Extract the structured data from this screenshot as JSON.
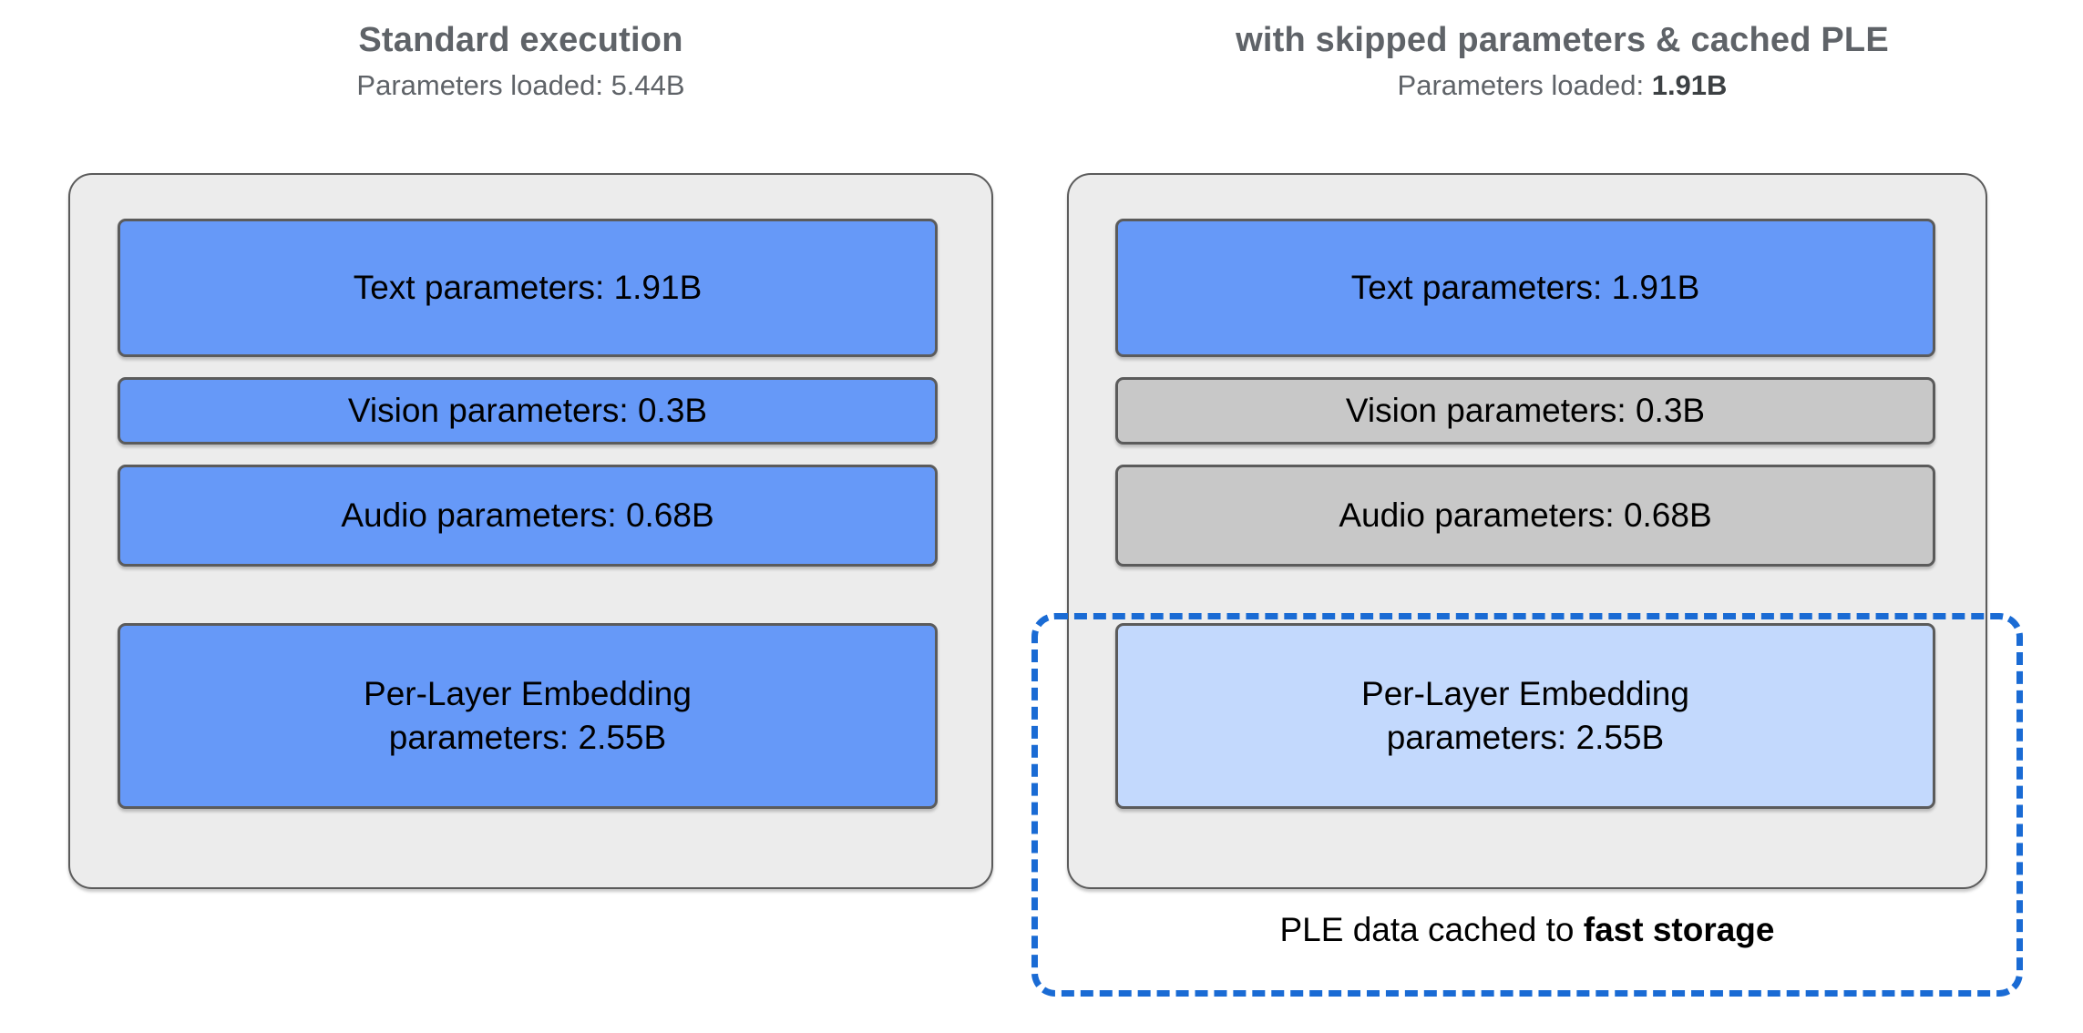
{
  "columns": [
    {
      "id": "standard",
      "title": "Standard execution",
      "subtitle_prefix": "Parameters loaded: ",
      "subtitle_value": "5.44B",
      "subtitle_value_bold": false,
      "blocks": [
        {
          "label": "Text parameters: 1.91B",
          "name": "Text parameters",
          "value": "1.91B",
          "state": "active",
          "color": "#6699f8"
        },
        {
          "label": "Vision parameters: 0.3B",
          "name": "Vision parameters",
          "value": "0.3B",
          "state": "active",
          "color": "#6699f8"
        },
        {
          "label": "Audio parameters: 0.68B",
          "name": "Audio parameters",
          "value": "0.68B",
          "state": "active",
          "color": "#6699f8"
        },
        {
          "label": "Per-Layer Embedding\nparameters: 2.55B",
          "name": "Per-Layer Embedding parameters",
          "value": "2.55B",
          "state": "active",
          "color": "#6699f8"
        }
      ]
    },
    {
      "id": "optimized",
      "title": "with skipped parameters & cached PLE",
      "subtitle_prefix": "Parameters loaded: ",
      "subtitle_value": "1.91B",
      "subtitle_value_bold": true,
      "blocks": [
        {
          "label": "Text parameters: 1.91B",
          "name": "Text parameters",
          "value": "1.91B",
          "state": "active",
          "color": "#6699f8"
        },
        {
          "label": "Vision parameters: 0.3B",
          "name": "Vision parameters",
          "value": "0.3B",
          "state": "skipped",
          "color": "#c8c8c8"
        },
        {
          "label": "Audio parameters: 0.68B",
          "name": "Audio parameters",
          "value": "0.68B",
          "state": "skipped",
          "color": "#c8c8c8"
        },
        {
          "label": "Per-Layer Embedding\nparameters: 2.55B",
          "name": "Per-Layer Embedding parameters",
          "value": "2.55B",
          "state": "cached",
          "color": "#c3d9fd"
        }
      ]
    }
  ],
  "cache_region": {
    "caption_prefix": "PLE data cached to ",
    "caption_emphasis": "fast storage",
    "border_color": "#1a6bd4",
    "border_style": "dashed"
  },
  "palette": {
    "background": "#ffffff",
    "container_fill": "#ececec",
    "container_border": "#5b5b5b",
    "active_block": "#6699f8",
    "skipped_block": "#c8c8c8",
    "cached_block": "#c3d9fd",
    "accent_dashed": "#1a6bd4",
    "title_text": "#5f6368",
    "body_text": "#000000"
  }
}
